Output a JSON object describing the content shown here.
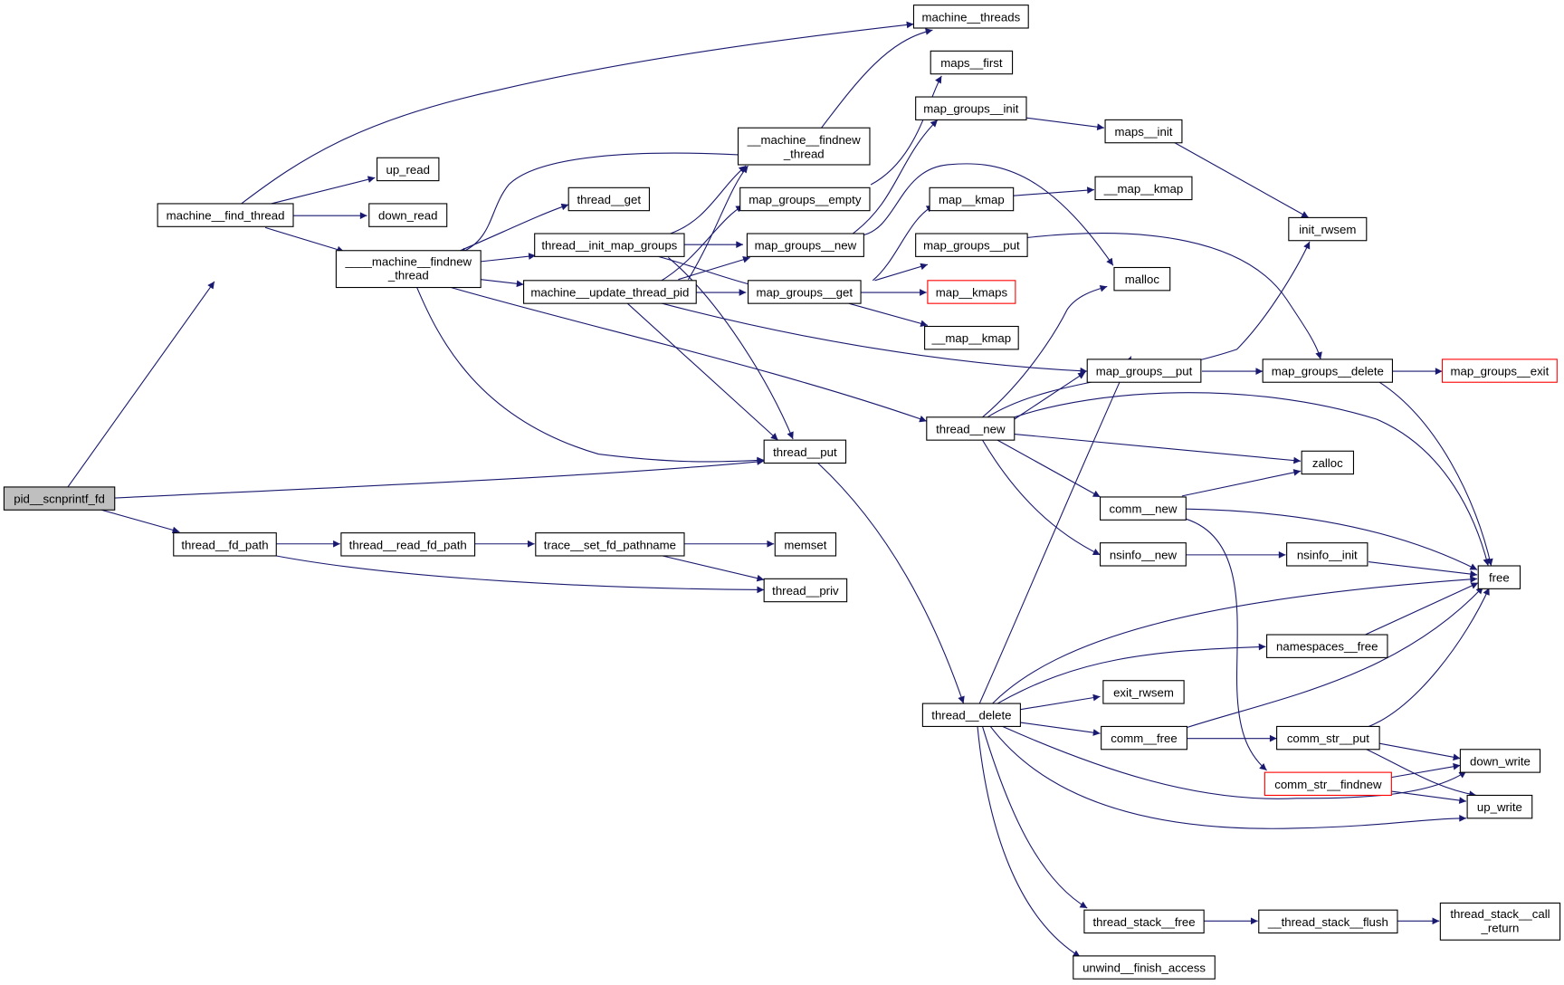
{
  "graph": {
    "title": "pid__scnprintf_fd call graph",
    "colors": {
      "edge": "#191970",
      "root_fill": "#bfbfbf",
      "missing_border": "#ff0000",
      "node_border": "#000000"
    },
    "nodes": {
      "pid_scnprintf_fd": "pid__scnprintf_fd",
      "machine_find_thread": "machine__find_thread",
      "up_read": "up_read",
      "down_read": "down_read",
      "machine_findnew_thread4": "____machine__findnew",
      "machine_findnew_thread4_l2": "_thread",
      "machine_threads": "machine__threads",
      "machine_findnew_thread2": "__machine__findnew",
      "machine_findnew_thread2_l2": "_thread",
      "thread_get": "thread__get",
      "thread_init_map_groups": "thread__init_map_groups",
      "machine_update_thread_pid": "machine__update_thread_pid",
      "maps_first": "maps__first",
      "map_groups_init": "map_groups__init",
      "maps_init": "maps__init",
      "map_groups_empty": "map_groups__empty",
      "map_kmap": "map__kmap",
      "map_kmap2": "__map__kmap",
      "map_groups_new": "map_groups__new",
      "map_groups_put_top": "map_groups__put",
      "init_rwsem": "init_rwsem",
      "map_groups_get": "map_groups__get",
      "map_kmaps": "map__kmaps",
      "malloc": "malloc",
      "map_kmap3": "__map__kmap",
      "map_groups_put": "map_groups__put",
      "map_groups_delete": "map_groups__delete",
      "map_groups_exit": "map_groups__exit",
      "thread_new": "thread__new",
      "thread_put": "thread__put",
      "zalloc": "zalloc",
      "comm_new": "comm__new",
      "nsinfo_new": "nsinfo__new",
      "nsinfo_init": "nsinfo__init",
      "free": "free",
      "namespaces_free": "namespaces__free",
      "exit_rwsem": "exit_rwsem",
      "thread_delete": "thread__delete",
      "comm_free": "comm__free",
      "comm_str_put": "comm_str__put",
      "down_write": "down_write",
      "comm_str_findnew": "comm_str__findnew",
      "up_write": "up_write",
      "thread_fd_path": "thread__fd_path",
      "thread_read_fd_path": "thread__read_fd_path",
      "trace_set_fd_pathname": "trace__set_fd_pathname",
      "memset": "memset",
      "thread_priv": "thread__priv",
      "thread_stack_free": "thread_stack__free",
      "thread_stack_flush": "__thread_stack__flush",
      "thread_stack_call_return": "thread_stack__call",
      "thread_stack_call_return_l2": "_return",
      "unwind_finish_access": "unwind__finish_access"
    }
  }
}
